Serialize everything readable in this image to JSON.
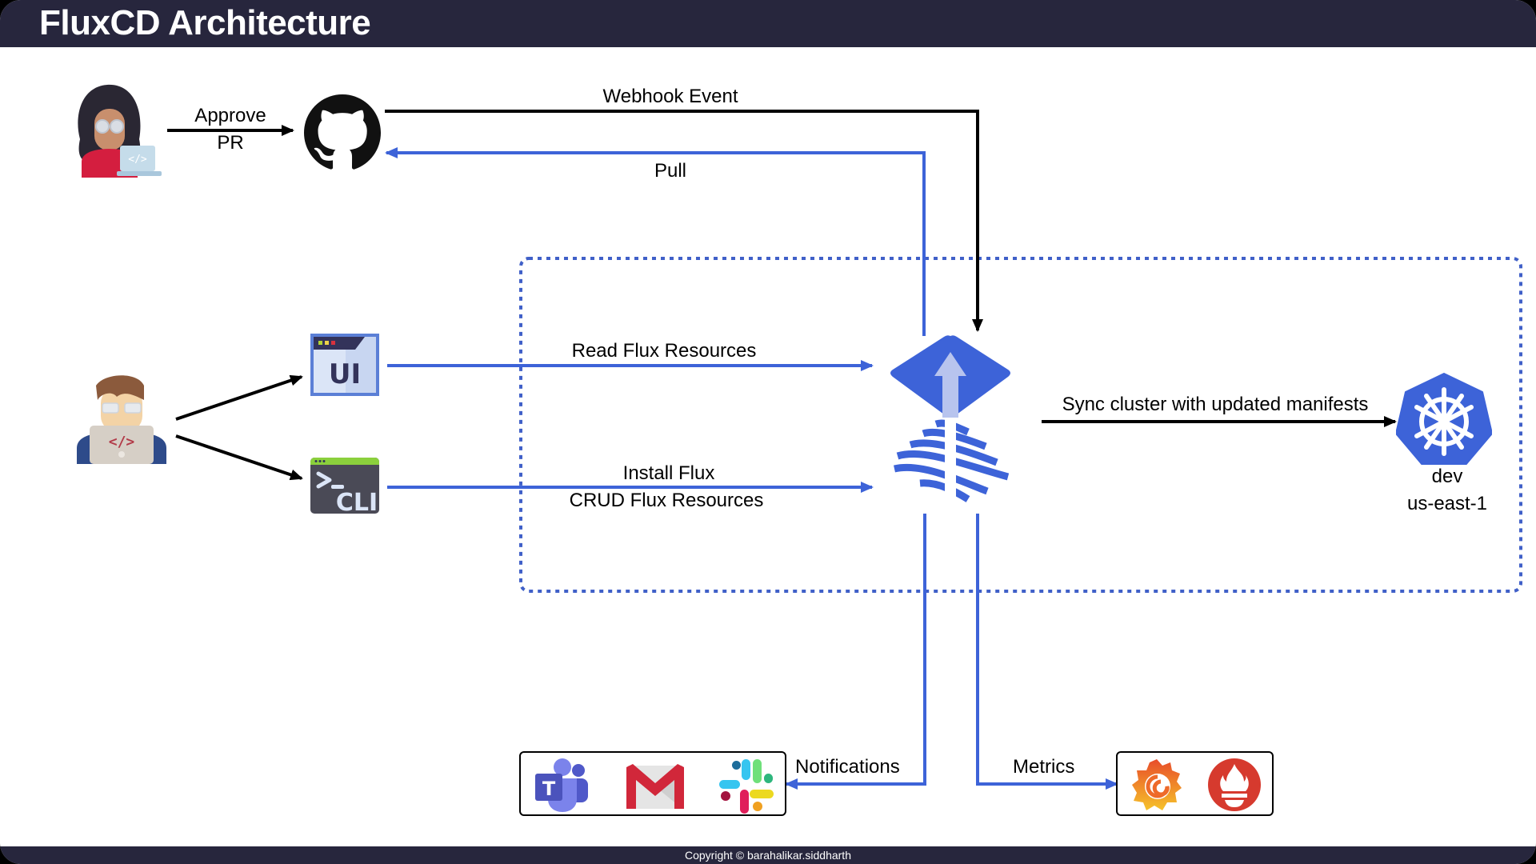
{
  "header": {
    "title": "FluxCD Architecture"
  },
  "footer": {
    "copyright": "Copyright © barahalikar.siddharth"
  },
  "colors": {
    "header_bg": "#27263d",
    "flux_blue": "#3d63d8",
    "arrow_black": "#000000",
    "cluster_border": "#4060c8"
  },
  "actors": {
    "approver": {
      "icon": "developer-woman-laptop-icon"
    },
    "developer": {
      "icon": "developer-man-laptop-icon"
    }
  },
  "nodes": {
    "github": {
      "icon": "github-icon"
    },
    "ui": {
      "icon": "ui-window-icon",
      "label": "UI"
    },
    "cli": {
      "icon": "cli-terminal-icon",
      "label": "CLI"
    },
    "flux": {
      "icon": "flux-logo-icon"
    },
    "kubernetes": {
      "icon": "kubernetes-icon",
      "name": "dev",
      "region": "us-east-1"
    },
    "notifications": {
      "icons": [
        "microsoft-teams-icon",
        "gmail-icon",
        "slack-icon"
      ]
    },
    "metrics": {
      "icons": [
        "grafana-icon",
        "prometheus-icon"
      ]
    }
  },
  "edges": {
    "approve_pr": {
      "line1": "Approve",
      "line2": "PR"
    },
    "webhook": {
      "label": "Webhook Event"
    },
    "pull": {
      "label": "Pull"
    },
    "read_flux": {
      "label": "Read Flux Resources"
    },
    "install_flux": {
      "line1": "Install Flux",
      "line2": "CRUD Flux Resources"
    },
    "sync": {
      "label": "Sync cluster with updated manifests"
    },
    "notifications": {
      "label": "Notifications"
    },
    "metrics": {
      "label": "Metrics"
    }
  }
}
